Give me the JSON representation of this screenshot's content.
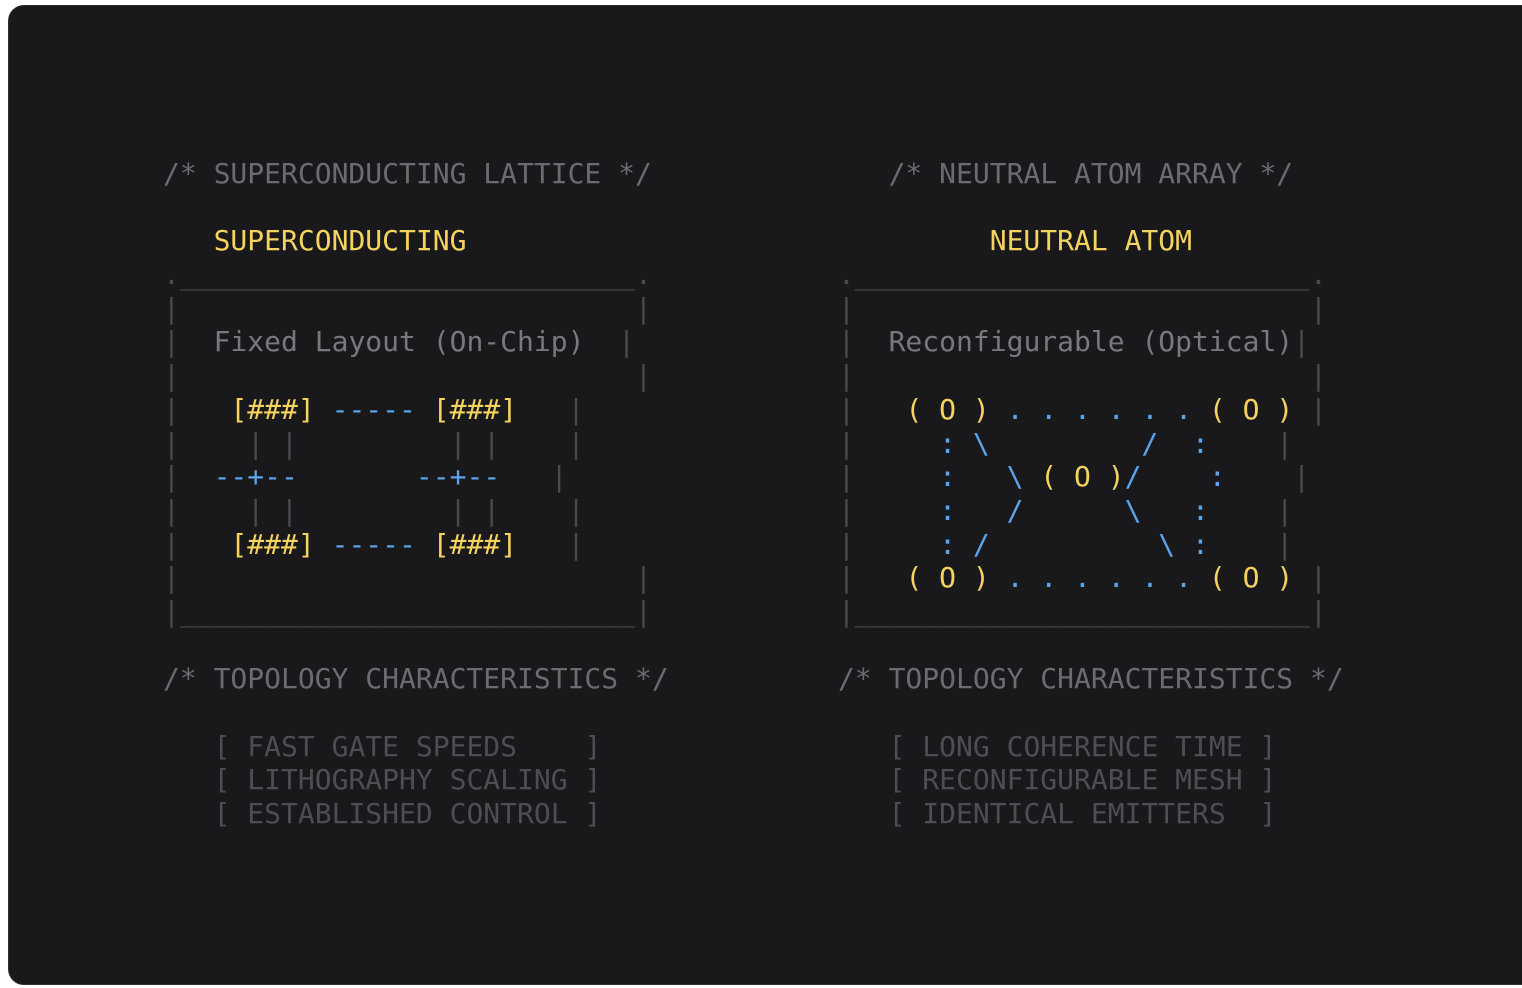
{
  "superconducting": {
    "header_comment": "/* SUPERCONDUCTING LATTICE */",
    "title": "SUPERCONDUCTING",
    "layout_label": "Fixed Layout (On-Chip)",
    "qubit": "[###]",
    "link_h": "-----",
    "link_v": "| |",
    "junction": "--+--",
    "traits_comment": "/* TOPOLOGY CHARACTERISTICS */",
    "traits": [
      "[ FAST GATE SPEEDS    ]",
      "[ LITHOGRAPHY SCALING ]",
      "[ ESTABLISHED CONTROL ]"
    ]
  },
  "neutral_atom": {
    "header_comment": "/* NEUTRAL ATOM ARRAY */",
    "title": "NEUTRAL ATOM",
    "layout_label": "Reconfigurable (Optical)",
    "atom": "( O )",
    "dots": ". . . . . .",
    "traits_comment": "/* TOPOLOGY CHARACTERISTICS */",
    "traits": [
      "[ LONG COHERENCE TIME ]",
      "[ RECONFIGURABLE MESH ]",
      "[ IDENTICAL EMITTERS  ]"
    ]
  },
  "colors": {
    "background": "#19191b",
    "accent_yellow": "#f4d35e",
    "accent_blue": "#5aa5ee",
    "comment_gray": "#6b6b71"
  }
}
